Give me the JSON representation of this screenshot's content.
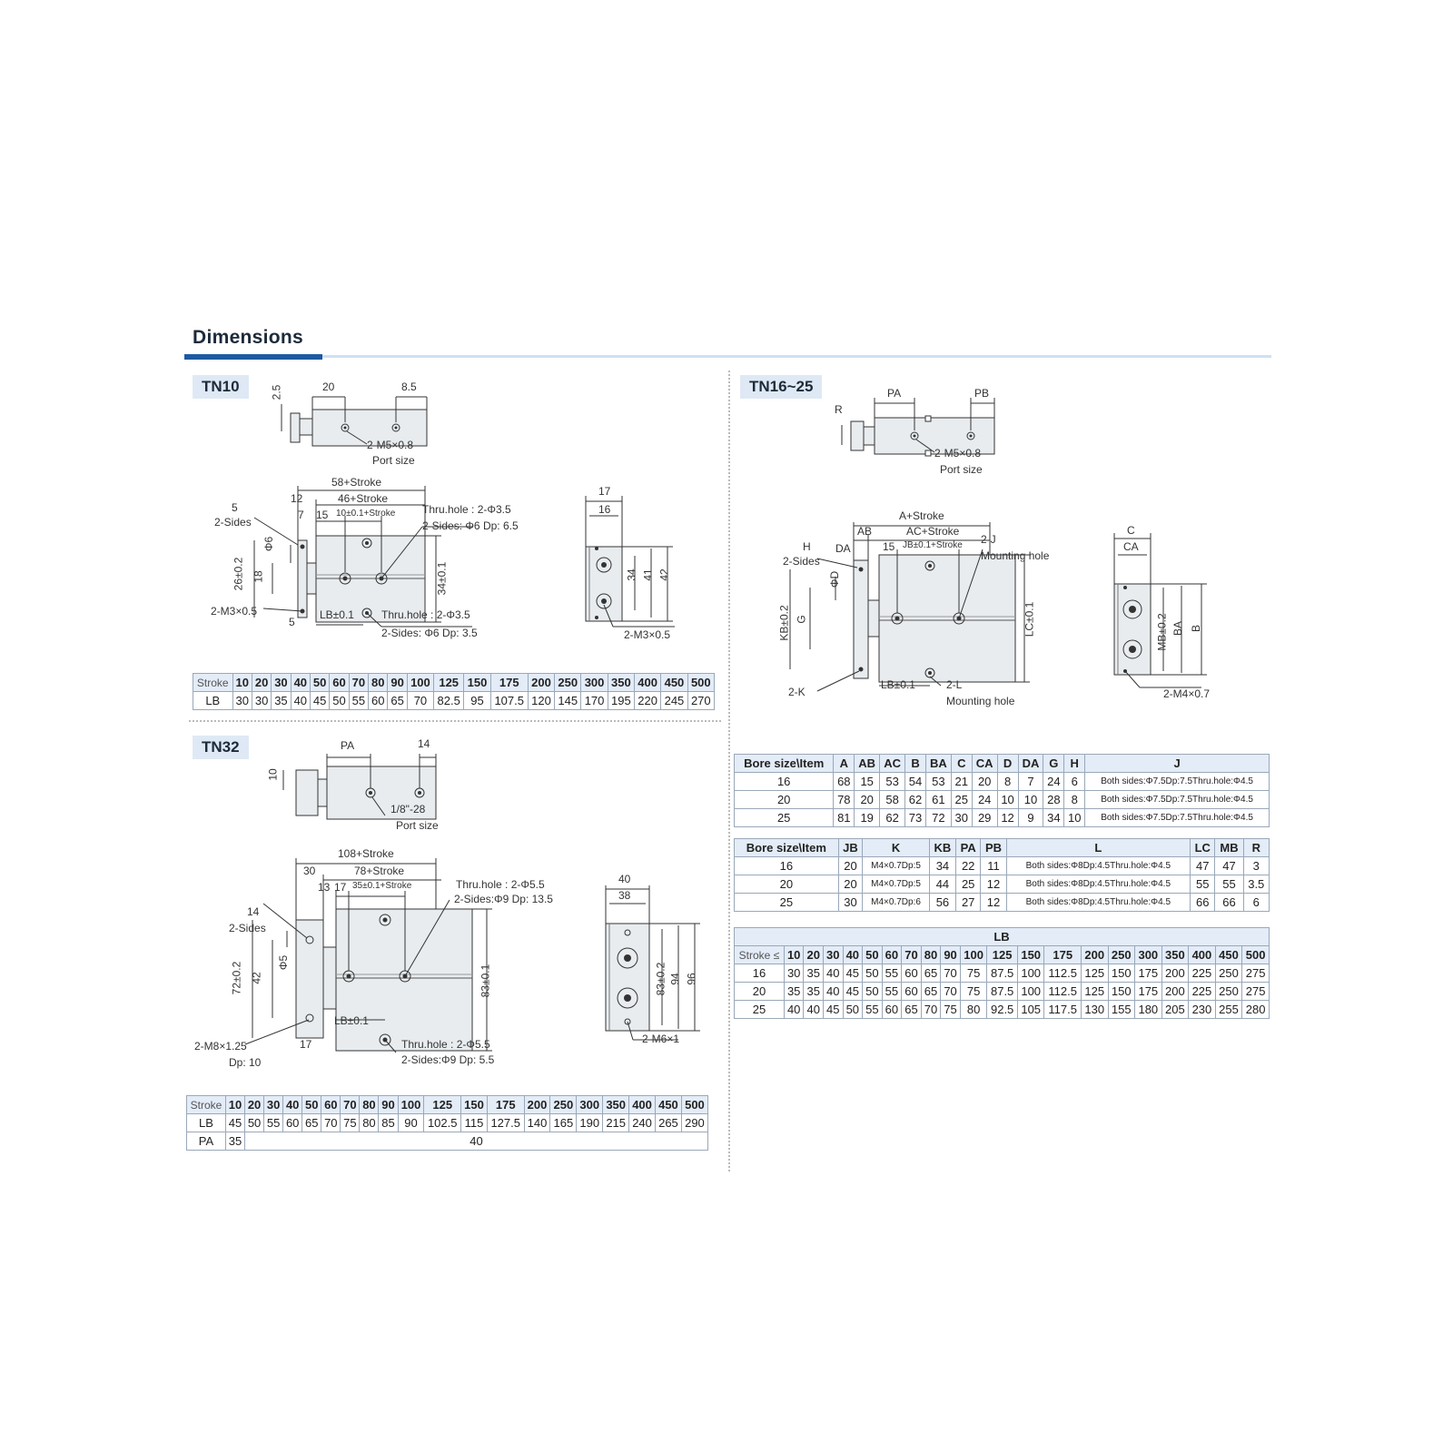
{
  "header": {
    "title": "Dimensions"
  },
  "tn10": {
    "label": "TN10",
    "top_dims": [
      "2.5",
      "20",
      "8.5"
    ],
    "port": [
      "2-M5×0.8",
      "Port size"
    ],
    "main_dims": {
      "overall": "58+Stroke",
      "d12": "12",
      "d46": "46+Stroke",
      "d7": "7",
      "d15": "15",
      "d10": "10±0.1+Stroke",
      "d5": "5",
      "sides": "2-Sides",
      "phi6": "Φ6",
      "d26": "26±0.2",
      "d18": "18",
      "d34": "34±0.1",
      "m3": "2-M3×0.5",
      "d5b": "5",
      "lb": "LB±0.1",
      "thru1": "Thru.hole : 2-Φ3.5",
      "sides1": "2-Sides: Φ6 Dp: 6.5",
      "thru2": "Thru.hole : 2-Φ3.5",
      "sides2": "2-Sides: Φ6 Dp: 3.5"
    },
    "side_dims": {
      "d17": "17",
      "d16": "16",
      "d34": "34",
      "d41": "41",
      "d42": "42",
      "m3": "2-M3×0.5"
    },
    "table": {
      "rows": [
        [
          "Stroke",
          "10",
          "20",
          "30",
          "40",
          "50",
          "60",
          "70",
          "80",
          "90",
          "100",
          "125",
          "150",
          "175",
          "200",
          "250",
          "300",
          "350",
          "400",
          "450",
          "500"
        ],
        [
          "LB",
          "30",
          "30",
          "35",
          "40",
          "45",
          "50",
          "55",
          "60",
          "65",
          "70",
          "82.5",
          "95",
          "107.5",
          "120",
          "145",
          "170",
          "195",
          "220",
          "245",
          "270"
        ]
      ]
    }
  },
  "tn32": {
    "label": "TN32",
    "top_dims": [
      "10",
      "PA",
      "14"
    ],
    "port": [
      "1/8\"-28",
      "Port size"
    ],
    "main_dims": {
      "overall": "108+Stroke",
      "d30": "30",
      "d78": "78+Stroke",
      "d13": "13",
      "d17": "17",
      "d35": "35±0.1+Stroke",
      "d14": "14",
      "sides": "2-Sides",
      "phi5": "Φ5",
      "d72": "72±0.2",
      "d42": "42",
      "d83": "83±0.1",
      "m8": "2-M8×1.25",
      "dp10": "Dp: 10",
      "d17b": "17",
      "lb": "LB±0.1",
      "thru1": "Thru.hole : 2-Φ5.5",
      "sides1": "2-Sides:Φ9 Dp: 13.5",
      "thru2": "Thru.hole : 2-Φ5.5",
      "sides2": "2-Sides:Φ9 Dp: 5.5"
    },
    "side_dims": {
      "d40": "40",
      "d38": "38",
      "d83": "83±0.2",
      "d94": "94",
      "d96": "96",
      "m6": "2-M6×1"
    },
    "table": {
      "rows": [
        [
          "Stroke",
          "10",
          "20",
          "30",
          "40",
          "50",
          "60",
          "70",
          "80",
          "90",
          "100",
          "125",
          "150",
          "175",
          "200",
          "250",
          "300",
          "350",
          "400",
          "450",
          "500"
        ],
        [
          "LB",
          "45",
          "50",
          "55",
          "60",
          "65",
          "70",
          "75",
          "80",
          "85",
          "90",
          "102.5",
          "115",
          "127.5",
          "140",
          "165",
          "190",
          "215",
          "240",
          "265",
          "290"
        ]
      ],
      "pa_label": "PA",
      "pa_first": "35",
      "pa_rest": "40"
    }
  },
  "tn16": {
    "label": "TN16~25",
    "top_dims": [
      "R",
      "PA",
      "PB"
    ],
    "port": [
      "2-M5×0.8",
      "Port size"
    ],
    "main_dims": {
      "overall": "A+Stroke",
      "ab": "AB",
      "ac": "AC+Stroke",
      "da": "DA",
      "d15": "15",
      "jb": "JB±0.1+Stroke",
      "h": "H",
      "sides": "2-Sides",
      "phid": "ΦD",
      "kb": "KB±0.2",
      "g": "G",
      "lc": "LC±0.1",
      "k": "2-K",
      "lb": "LB±0.1",
      "j": "2-J",
      "jdesc": "Mounting hole",
      "l": "2-L",
      "ldesc": "Mounting hole"
    },
    "side_dims": {
      "c": "C",
      "ca": "CA",
      "mb": "MB±0.2",
      "ba": "BA",
      "b": "B",
      "m4": "2-M4×0.7"
    },
    "table1": {
      "header": [
        "Bore size\\Item",
        "A",
        "AB",
        "AC",
        "B",
        "BA",
        "C",
        "CA",
        "D",
        "DA",
        "G",
        "H",
        "J"
      ],
      "rows": [
        [
          "16",
          "68",
          "15",
          "53",
          "54",
          "53",
          "21",
          "20",
          "8",
          "7",
          "24",
          "6",
          "Both sides:Φ7.5Dp:7.5Thru.hole:Φ4.5"
        ],
        [
          "20",
          "78",
          "20",
          "58",
          "62",
          "61",
          "25",
          "24",
          "10",
          "10",
          "28",
          "8",
          "Both sides:Φ7.5Dp:7.5Thru.hole:Φ4.5"
        ],
        [
          "25",
          "81",
          "19",
          "62",
          "73",
          "72",
          "30",
          "29",
          "12",
          "9",
          "34",
          "10",
          "Both sides:Φ7.5Dp:7.5Thru.hole:Φ4.5"
        ]
      ]
    },
    "table2": {
      "header": [
        "Bore size\\Item",
        "JB",
        "K",
        "KB",
        "PA",
        "PB",
        "L",
        "LC",
        "MB",
        "R"
      ],
      "rows": [
        [
          "16",
          "20",
          "M4×0.7Dp:5",
          "34",
          "22",
          "11",
          "Both sides:Φ8Dp:4.5Thru.hole:Φ4.5",
          "47",
          "47",
          "3"
        ],
        [
          "20",
          "20",
          "M4×0.7Dp:5",
          "44",
          "25",
          "12",
          "Both sides:Φ8Dp:4.5Thru.hole:Φ4.5",
          "55",
          "55",
          "3.5"
        ],
        [
          "25",
          "30",
          "M4×0.7Dp:6",
          "56",
          "27",
          "12",
          "Both sides:Φ8Dp:4.5Thru.hole:Φ4.5",
          "66",
          "66",
          "6"
        ]
      ]
    },
    "table3": {
      "title": "LB",
      "header": [
        "Stroke ≤",
        "10",
        "20",
        "30",
        "40",
        "50",
        "60",
        "70",
        "80",
        "90",
        "100",
        "125",
        "150",
        "175",
        "200",
        "250",
        "300",
        "350",
        "400",
        "450",
        "500"
      ],
      "rows": [
        [
          "16",
          "30",
          "35",
          "40",
          "45",
          "50",
          "55",
          "60",
          "65",
          "70",
          "75",
          "87.5",
          "100",
          "112.5",
          "125",
          "150",
          "175",
          "200",
          "225",
          "250",
          "275"
        ],
        [
          "20",
          "35",
          "35",
          "40",
          "45",
          "50",
          "55",
          "60",
          "65",
          "70",
          "75",
          "87.5",
          "100",
          "112.5",
          "125",
          "150",
          "175",
          "200",
          "225",
          "250",
          "275"
        ],
        [
          "25",
          "40",
          "40",
          "45",
          "50",
          "55",
          "60",
          "65",
          "70",
          "75",
          "80",
          "92.5",
          "105",
          "117.5",
          "130",
          "155",
          "180",
          "205",
          "230",
          "255",
          "280"
        ]
      ]
    }
  }
}
